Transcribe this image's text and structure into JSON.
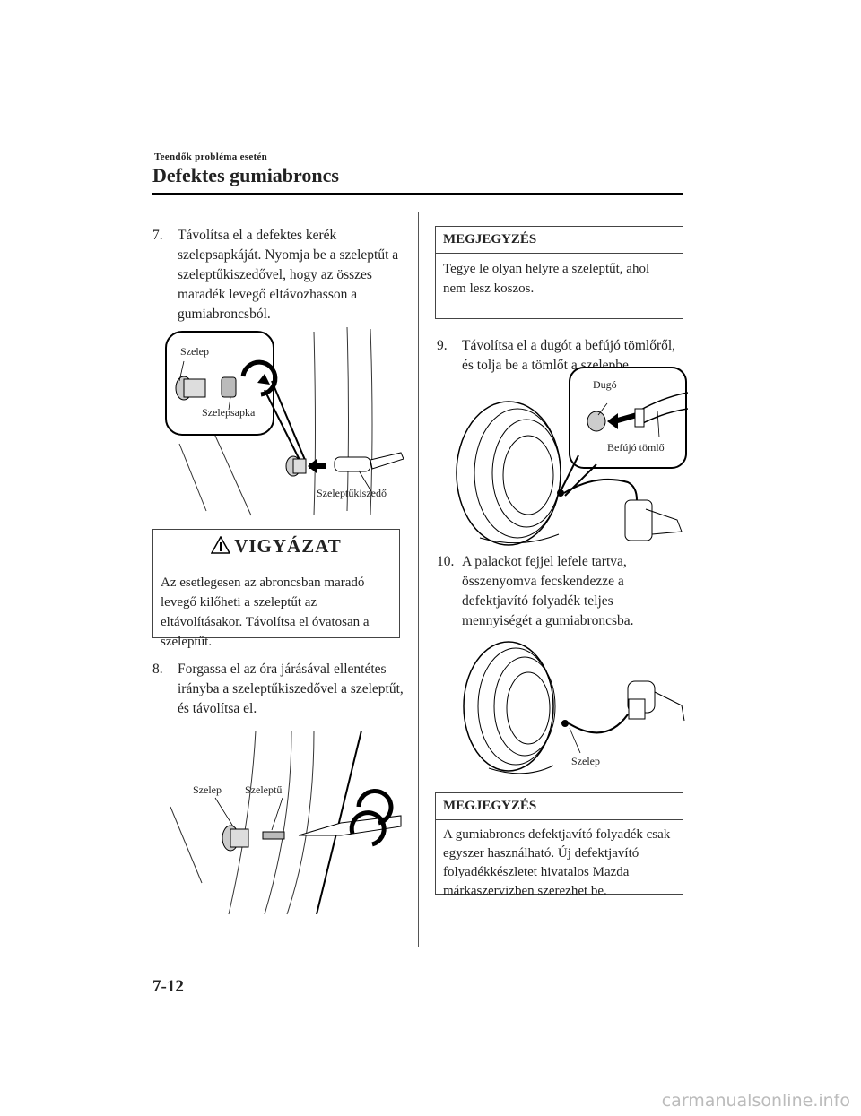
{
  "header": {
    "section": "Teendők probléma esetén",
    "title": "Defektes gumiabroncs"
  },
  "left": {
    "step7": {
      "num": "7.",
      "text": "Távolítsa el a defektes kerék szelepsapkáját. Nyomja be a szeleptűt a szeleptűkiszedővel, hogy az összes maradék levegő eltávozhasson a gumiabroncsból."
    },
    "fig1": {
      "label_valve": "Szelep",
      "label_cap": "Szelepsapka",
      "label_tool": "Szeleptűkiszedő"
    },
    "caution": {
      "icon": "warning-triangle-icon",
      "title": "VIGYÁZAT",
      "text": "Az esetlegesen az abroncsban maradó levegő kilőheti a szeleptűt az eltávolításakor. Távolítsa el óvatosan a szeleptűt."
    },
    "step8": {
      "num": "8.",
      "text": "Forgassa el az óra járásával ellentétes irányba a szeleptűkiszedővel a szeleptűt, és távolítsa el."
    },
    "fig2": {
      "label_valve": "Szelep",
      "label_core": "Szeleptű"
    }
  },
  "right": {
    "note1": {
      "title": "MEGJEGYZÉS",
      "text": "Tegye le olyan helyre a szeleptűt, ahol nem lesz koszos."
    },
    "step9": {
      "num": "9.",
      "text": "Távolítsa el a dugót a befújó tömlőről, és tolja be a tömlőt a szelepbe."
    },
    "fig3": {
      "label_plug": "Dugó",
      "label_hose": "Befújó tömlő"
    },
    "step10": {
      "num": "10.",
      "text": "A palackot fejjel lefele tartva, összenyomva fecskendezze a defektjavító folyadék teljes mennyiségét a gumiabroncsba."
    },
    "fig4": {
      "label_valve": "Szelep"
    },
    "note2": {
      "title": "MEGJEGYZÉS",
      "text": "A gumiabroncs defektjavító folyadék csak egyszer használható. Új defektjavító folyadékkészletet hivatalos Mazda márkaszervizben szerezhet be."
    }
  },
  "footer": {
    "page": "7-12",
    "watermark": "carmanualsonline.info"
  }
}
